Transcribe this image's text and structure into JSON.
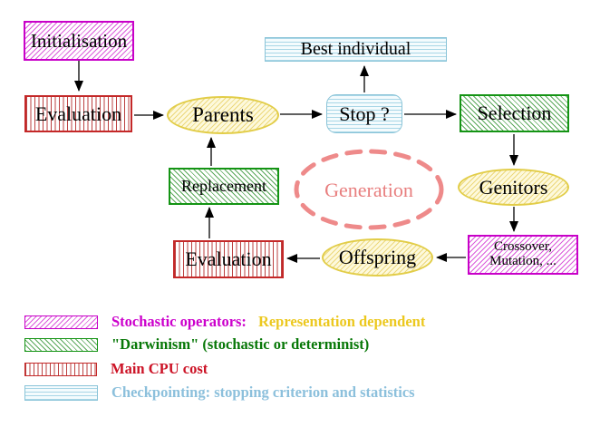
{
  "nodes": {
    "initialisation": {
      "label": "Initialisation"
    },
    "evaluation_top": {
      "label": "Evaluation"
    },
    "parents": {
      "label": "Parents"
    },
    "best_individual": {
      "label": "Best individual"
    },
    "stop": {
      "label": "Stop ?"
    },
    "selection": {
      "label": "Selection"
    },
    "genitors": {
      "label": "Genitors"
    },
    "crossover": {
      "line1": "Crossover,",
      "line2": "Mutation, ..."
    },
    "offspring": {
      "label": "Offspring"
    },
    "evaluation_bottom": {
      "label": "Evaluation"
    },
    "replacement": {
      "label": "Replacement"
    },
    "generation": {
      "label": "Generation"
    }
  },
  "legend": {
    "rows": [
      {
        "label": "Stochastic operators:",
        "label_secondary": "Representation dependent"
      },
      {
        "label": "\"Darwinism\" (stochastic or determinist)"
      },
      {
        "label": "Main CPU cost"
      },
      {
        "label": "Checkpointing: stopping criterion and statistics"
      }
    ]
  },
  "colors": {
    "magenta": "#c800c8",
    "green": "#149414",
    "red": "#c42828",
    "cyan": "#8ac4d8",
    "yellow": "#e2cd48",
    "salmon": "#e87e7e",
    "legend_gold_text": "#ecc81e",
    "legend_green_text": "#087808",
    "legend_red_text": "#cc1326",
    "legend_blue_text": "#8cc0dc"
  }
}
